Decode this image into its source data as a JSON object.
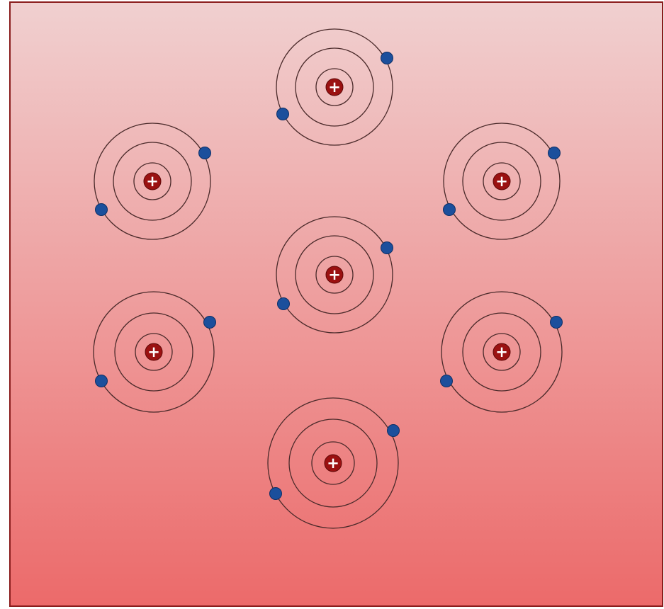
{
  "diagram": {
    "atom_count": 7,
    "nucleus_symbol": "+",
    "electrons_per_atom": 2,
    "shells_per_atom": 3,
    "colors": {
      "background_top": "#f0d0d0",
      "background_bottom": "#ec6a6a",
      "border": "#8a1d1d",
      "nucleus_fill": "#9b1111",
      "nucleus_symbol": "#ffffff",
      "electron_fill": "#1b4f9c",
      "electron_stroke": "#0d2f66",
      "orbit_stroke": "#4a2a2a"
    }
  }
}
